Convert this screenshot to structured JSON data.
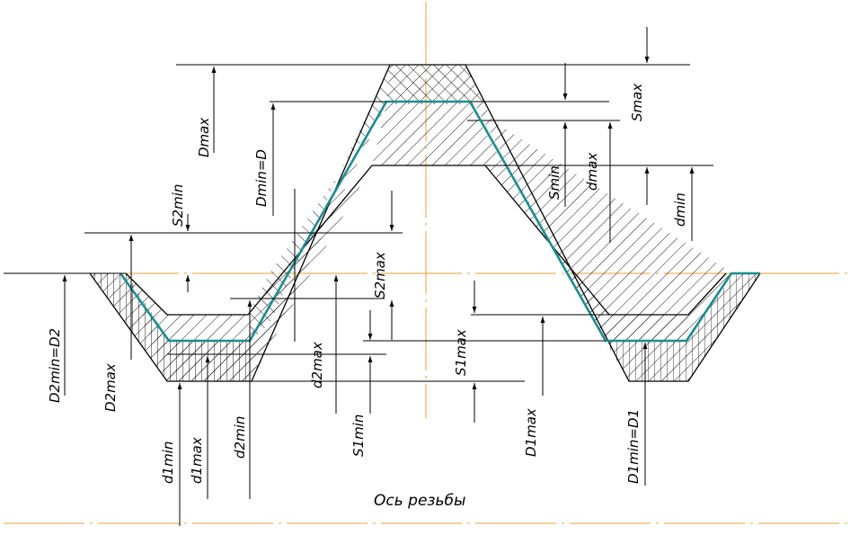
{
  "labels": {
    "Dmax": "Dmax",
    "DminD": "Dmin=D",
    "S2min": "S2min",
    "D2minD2": "D2min=D2",
    "D2max": "D2max",
    "d1min": "d1min",
    "d1max": "d1max",
    "d2min": "d2min",
    "d2max": "d2max",
    "S2max": "S2max",
    "S1min": "S1min",
    "S1max": "S1max",
    "D1max": "D1max",
    "D1minD1": "D1min=D1",
    "Smax": "Smax",
    "Smin": "Smin",
    "dmax": "dmax",
    "dmin": "dmin"
  },
  "axis_title": "Ось резьбы",
  "colors": {
    "profile": "#1f8c8c",
    "centerline": "#e8a23a",
    "lines": "#000000"
  }
}
